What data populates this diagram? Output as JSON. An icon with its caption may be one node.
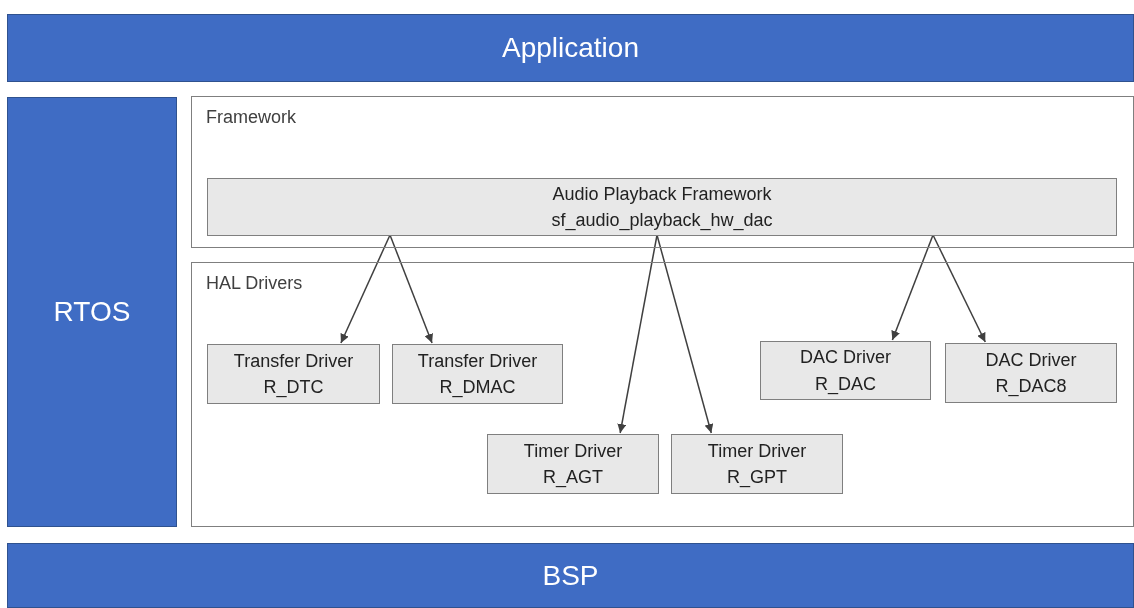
{
  "diagram": {
    "nodes": [
      {
        "text": [
          "Application"
        ]
      },
      {
        "text": [
          "RTOS"
        ]
      },
      {
        "text": [
          "Framework"
        ]
      },
      {
        "text": [
          "Audio Playback Framework",
          "sf_audio_playback_hw_dac"
        ],
        "in": 2
      },
      {
        "text": [
          "HAL Drivers"
        ]
      },
      {
        "text": [
          "Transfer Driver",
          "R_DTC"
        ],
        "in": 4
      },
      {
        "text": [
          "Transfer Driver",
          "R_DMAC"
        ],
        "in": 4
      },
      {
        "text": [
          "DAC Driver",
          "R_DAC"
        ],
        "in": 4
      },
      {
        "text": [
          "DAC Driver",
          "R_DAC8"
        ],
        "in": 4
      },
      {
        "text": [
          "Timer Driver",
          "R_AGT"
        ],
        "in": 4
      },
      {
        "text": [
          "Timer Driver",
          "R_GPT"
        ],
        "in": 4
      },
      {
        "text": [
          "BSP"
        ]
      }
    ],
    "edges": [
      {
        "from": 3,
        "to": 5,
        "arrow": "to"
      },
      {
        "from": 3,
        "to": 6,
        "arrow": "to"
      },
      {
        "from": 3,
        "to": 9,
        "arrow": "to"
      },
      {
        "from": 3,
        "to": 10,
        "arrow": "to"
      },
      {
        "from": 3,
        "to": 7,
        "arrow": "to"
      },
      {
        "from": 3,
        "to": 8,
        "arrow": "to"
      }
    ]
  }
}
